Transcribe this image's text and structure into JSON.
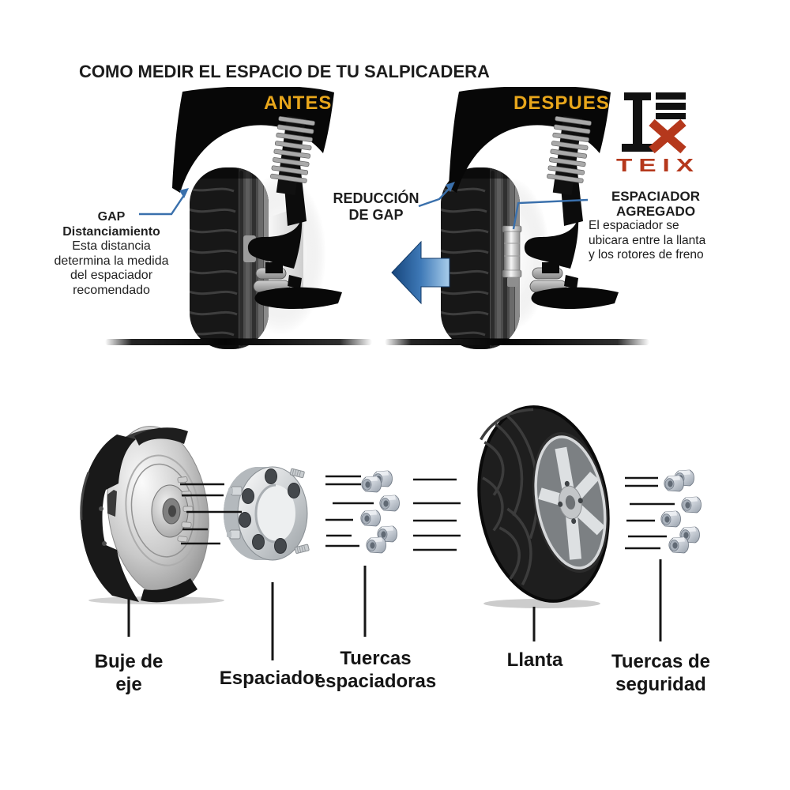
{
  "title": "COMO MEDIR EL ESPACIO DE TU SALPICADERA",
  "diagram": {
    "before": {
      "header": "ANTES"
    },
    "after": {
      "header": "DESPUES"
    },
    "gap_callout": {
      "heading1": "GAP",
      "heading2": "Distanciamiento",
      "line1": "Esta distancia",
      "line2": "determina la medida",
      "line3": "del espaciador",
      "line4": "recomendado"
    },
    "reduction_callout": {
      "line1": "REDUCCIÓN",
      "line2": "DE GAP"
    },
    "spacer_callout": {
      "heading1": "ESPACIADOR",
      "heading2": "AGREGADO",
      "line1": "El espaciador se",
      "line2": "ubicara entre la llanta",
      "line3": "y los rotores de freno"
    }
  },
  "logo": {
    "name": "TEIX"
  },
  "parts_labels": {
    "hub": {
      "line1": "Buje de",
      "line2": "eje"
    },
    "spacer": {
      "line1": "Espaciador"
    },
    "spacer_nuts": {
      "line1": "Tuercas",
      "line2": "espaciadoras"
    },
    "wheel": {
      "line1": "Llanta"
    },
    "lock_nuts": {
      "line1": "Tuercas de",
      "line2": "seguridad"
    }
  },
  "colors": {
    "accent_gold": "#E8A61B",
    "logo_red": "#B5381C",
    "callout_blue": "#3A70AC",
    "arrow_dark": "#16457C",
    "arrow_light": "#A8CDEB"
  }
}
